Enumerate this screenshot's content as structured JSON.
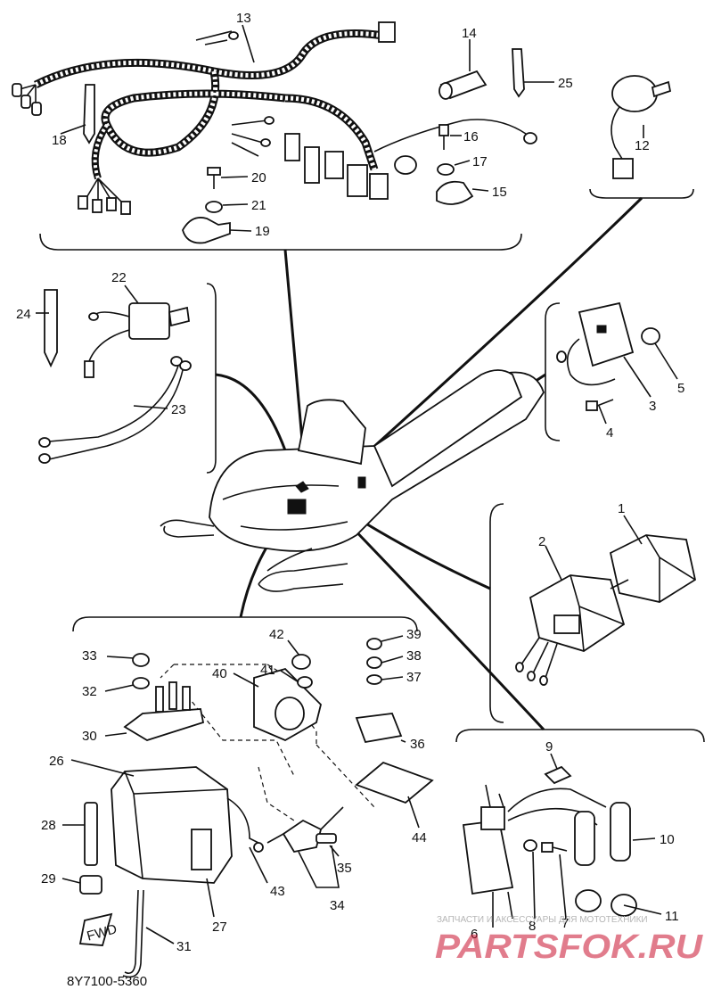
{
  "diagram": {
    "callouts": [
      "1",
      "2",
      "3",
      "4",
      "5",
      "6",
      "7",
      "8",
      "9",
      "10",
      "11",
      "12",
      "13",
      "14",
      "15",
      "16",
      "17",
      "18",
      "19",
      "20",
      "21",
      "22",
      "23",
      "24",
      "25",
      "26",
      "27",
      "28",
      "29",
      "30",
      "31",
      "32",
      "33",
      "34",
      "35",
      "36",
      "37",
      "38",
      "39",
      "40",
      "41",
      "42",
      "43",
      "44"
    ],
    "fwd_label": "FWD",
    "drawing_code": "8Y7100-5360"
  },
  "watermark": {
    "caption": "ЗАПЧАСТИ И АКСЕССУАРЫ ДЛЯ МОТОТЕХНИКИ",
    "logo": "PARTSFOK.RU"
  }
}
